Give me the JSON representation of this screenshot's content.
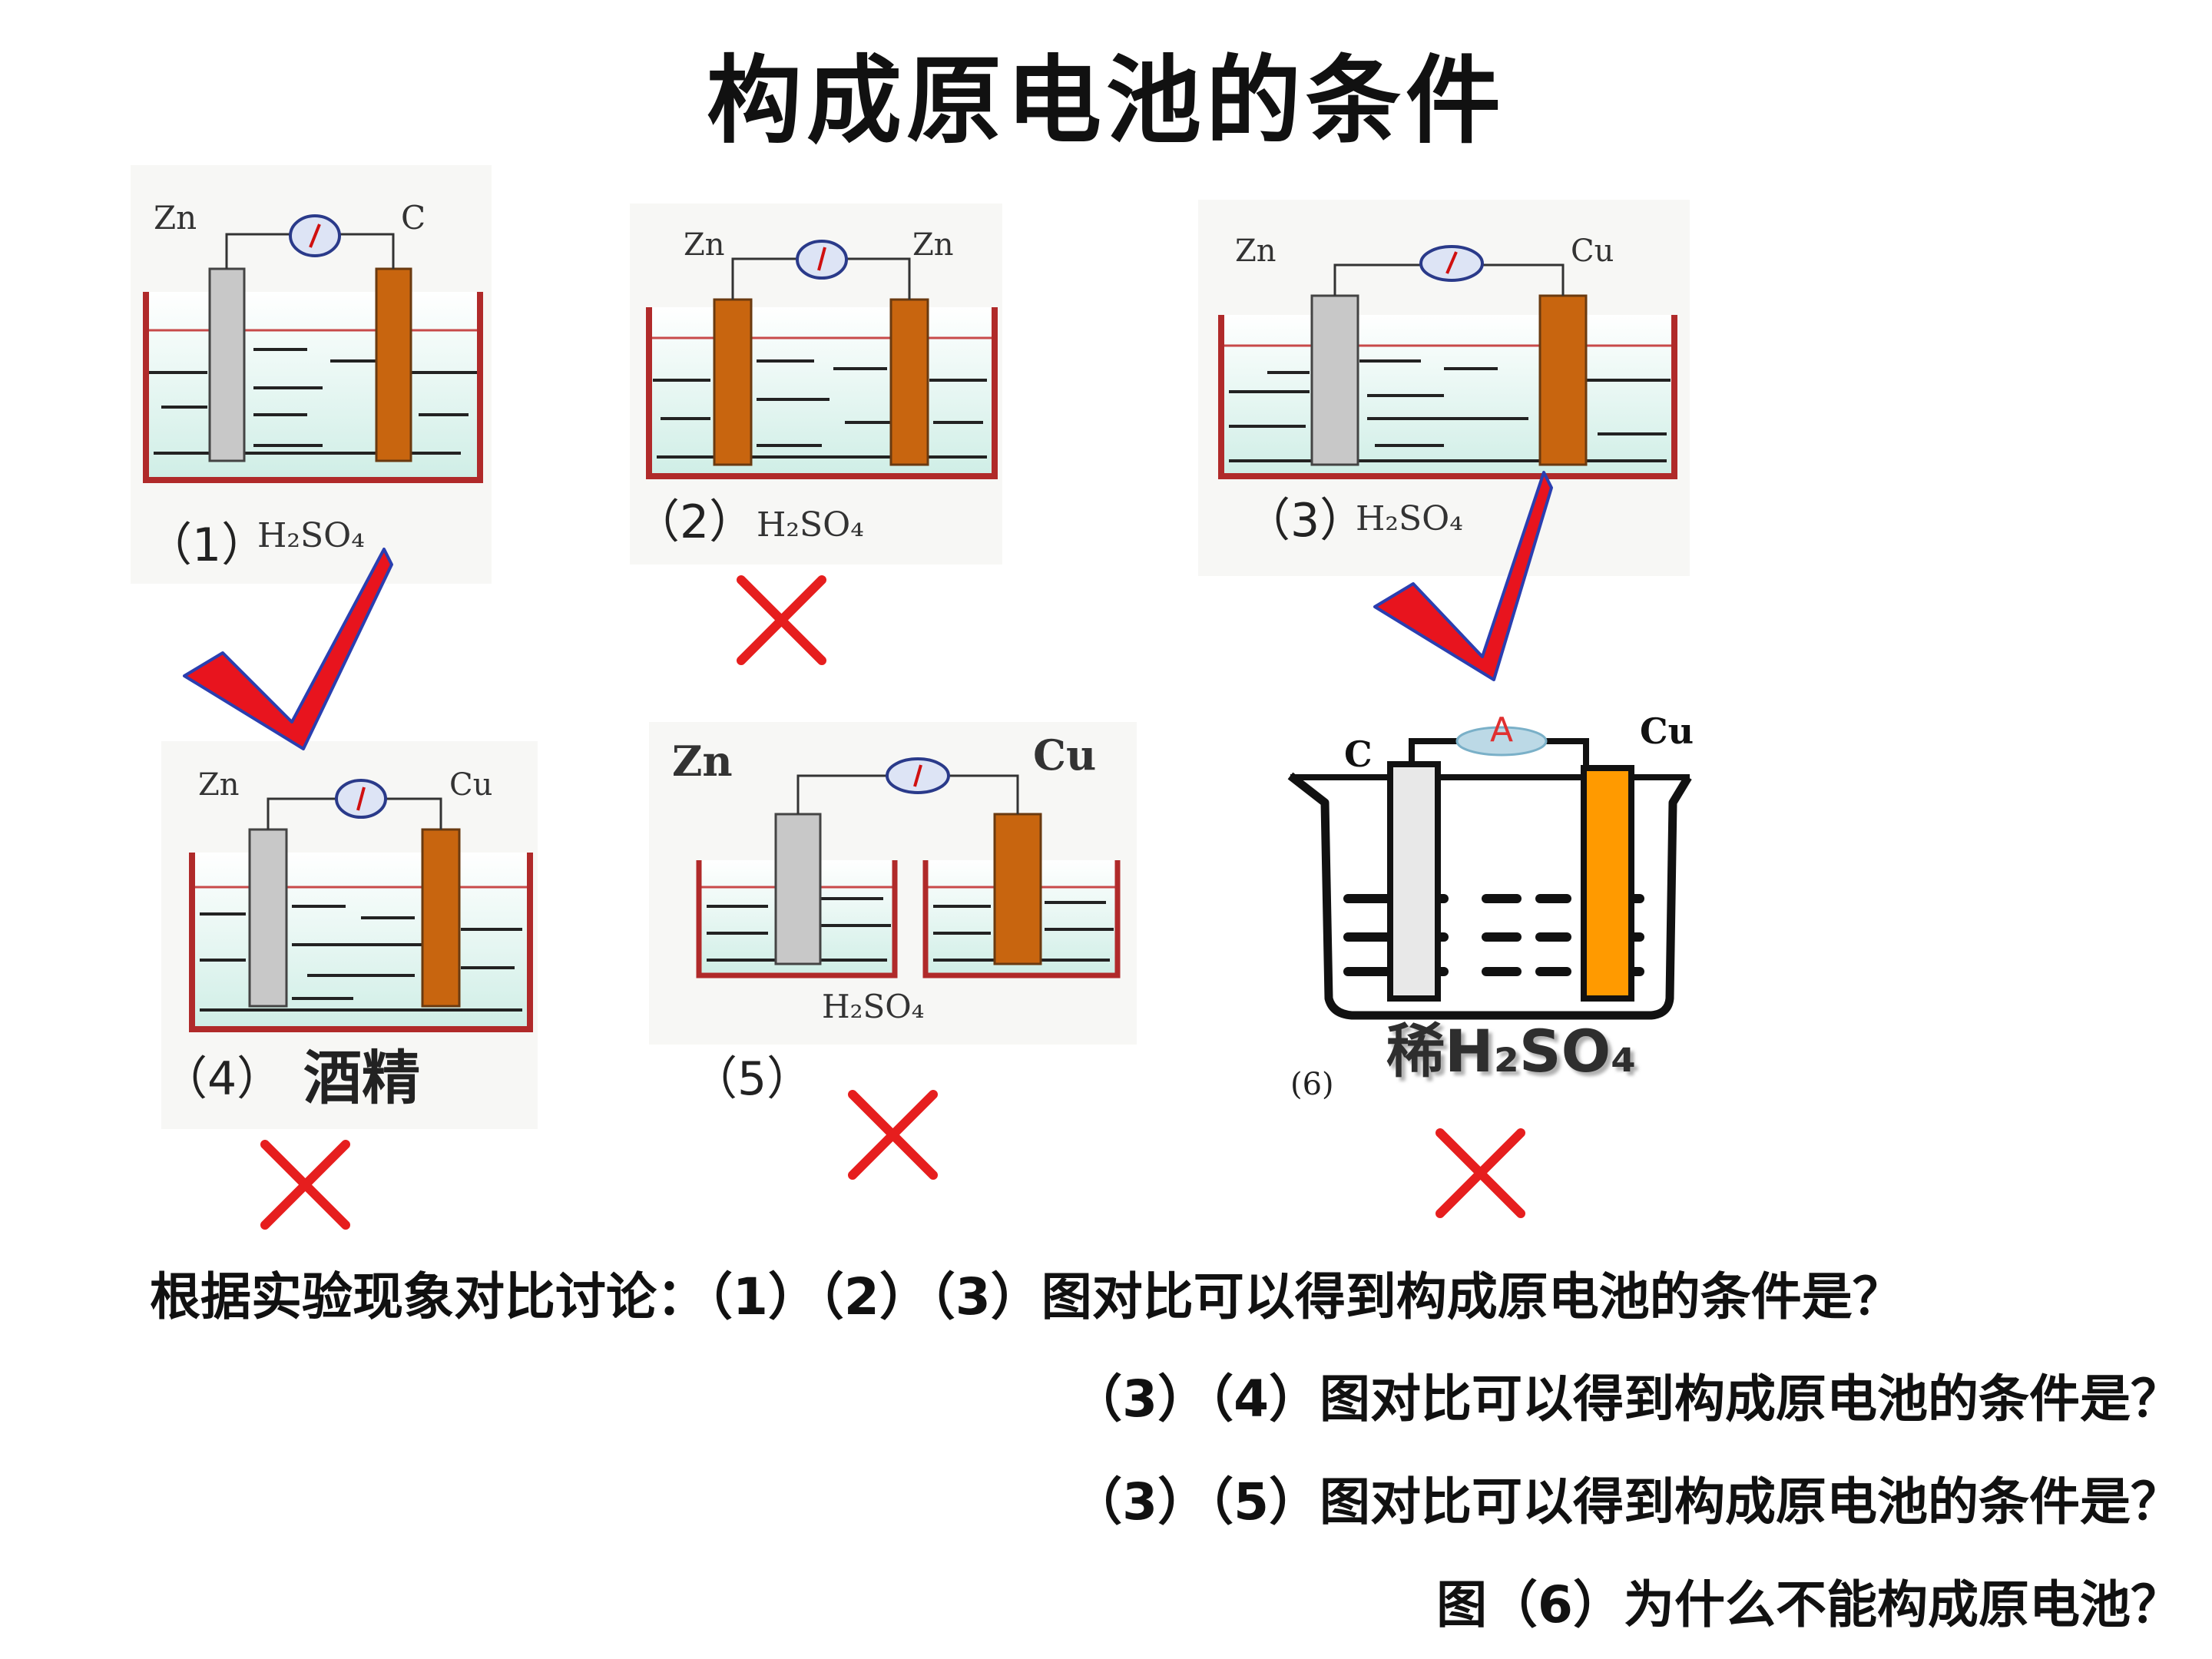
{
  "title": "构成原电池的条件",
  "figures": [
    {
      "number": "（1）",
      "left": "Zn",
      "right": "C",
      "solution": "H₂SO₄",
      "verdict": "check"
    },
    {
      "number": "（2）",
      "left": "Zn",
      "right": "Zn",
      "solution": "H₂SO₄",
      "verdict": "cross"
    },
    {
      "number": "（3）",
      "left": "Zn",
      "right": "Cu",
      "solution": "H₂SO₄",
      "verdict": "check"
    },
    {
      "number": "（4）",
      "left": "Zn",
      "right": "Cu",
      "solution": "酒精",
      "verdict": "cross"
    },
    {
      "number": "（5）",
      "left": "Zn",
      "right": "Cu",
      "solution": "H₂SO₄",
      "verdict": "cross"
    },
    {
      "number": "(6)",
      "left": "C",
      "right": "Cu",
      "meter": "A",
      "solution": "稀H₂SO₄",
      "verdict": "cross"
    }
  ],
  "questions": [
    "根据实验现象对比讨论：（1）（2）（3）图对比可以得到构成原电池的条件是？",
    "（3）（4）图对比可以得到构成原电池的条件是？",
    "（3）（5）图对比可以得到构成原电池的条件是？",
    "图（6）为什么不能构成原电池？"
  ],
  "colors": {
    "accent": "#e61e1e",
    "copper": "#c8650f",
    "zinc": "#c8c8c8",
    "tank": "#b02a2a",
    "liquid": "#dff2ec"
  }
}
